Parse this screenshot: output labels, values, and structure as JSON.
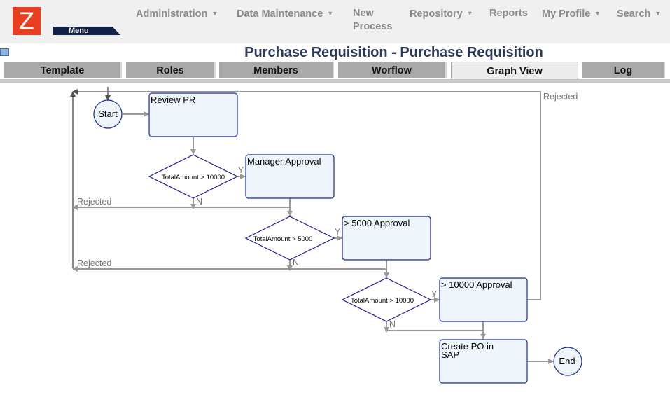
{
  "app": {
    "logo_letter": "Z",
    "menu_label": "Menu"
  },
  "nav": [
    {
      "label": "Administration",
      "has_caret": true
    },
    {
      "label": "Data Maintenance",
      "has_caret": true
    },
    {
      "label": "New",
      "label2": "Process",
      "has_caret": false
    },
    {
      "label": "Repository",
      "has_caret": true
    },
    {
      "label": "Reports",
      "has_caret": false
    },
    {
      "label": "My Profile",
      "has_caret": true
    },
    {
      "label": "Search",
      "has_caret": true
    }
  ],
  "page": {
    "title": "Purchase Requisition - Purchase Requisition"
  },
  "tabs": [
    {
      "label": "Template",
      "active": false
    },
    {
      "label": "Roles",
      "active": false
    },
    {
      "label": "Members",
      "active": false
    },
    {
      "label": "Worflow",
      "active": false
    },
    {
      "label": "Graph View",
      "active": true
    },
    {
      "label": "Log",
      "active": false
    }
  ],
  "graph": {
    "nodes": {
      "start": "Start",
      "review_pr": "Review PR",
      "cond1": "TotalAmount > 10000",
      "manager_approval": "Manager Approval",
      "cond2": "TotalAmount > 5000",
      "approval_5000": "> 5000 Approval",
      "cond3": "TotalAmount > 10000",
      "approval_10000": "> 10000 Approval",
      "create_po_line1": "Create PO in",
      "create_po_line2": "SAP",
      "end": "End"
    },
    "labels": {
      "yes": "Y",
      "no": "N",
      "rejected": "Rejected"
    },
    "colors": {
      "box_fill": "#eef5fd",
      "box_stroke": "#1a2a9c",
      "diamond_stroke": "#1a1aa0",
      "edge": "#999999",
      "edge_dark": "#555555"
    }
  }
}
